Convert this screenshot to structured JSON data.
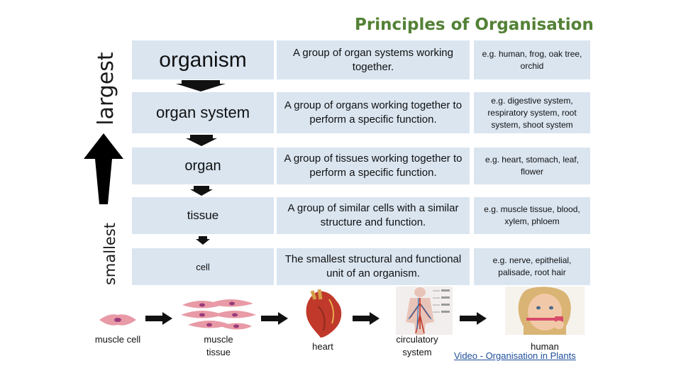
{
  "title": "Principles of Organisation",
  "side": {
    "top_label": "largest",
    "bottom_label": "smallest"
  },
  "rows": [
    {
      "level": "organism",
      "description": "A group of organ systems working together.",
      "example": "e.g. human, frog, oak tree, orchid"
    },
    {
      "level": "organ system",
      "description": "A group of organs working together to perform a specific function.",
      "example": "e.g. digestive system, respiratory system, root system, shoot system"
    },
    {
      "level": "organ",
      "description": "A group of tissues working together to perform a specific function.",
      "example": "e.g. heart, stomach, leaf, flower"
    },
    {
      "level": "tissue",
      "description": "A group of similar cells with a similar structure and function.",
      "example": "e.g. muscle tissue, blood, xylem, phloem"
    },
    {
      "level": "cell",
      "description": "The smallest structural and functional unit of an organism.",
      "example": "e.g. nerve, epithelial, palisade, root hair"
    }
  ],
  "bottom_items": [
    "muscle cell",
    "muscle tissue",
    "heart",
    "circulatory system",
    "human"
  ],
  "video_link": "Video - Organisation in Plants",
  "colors": {
    "title": "#538136",
    "cell_bg": "#dae5f0",
    "link": "#1f4e9a"
  }
}
